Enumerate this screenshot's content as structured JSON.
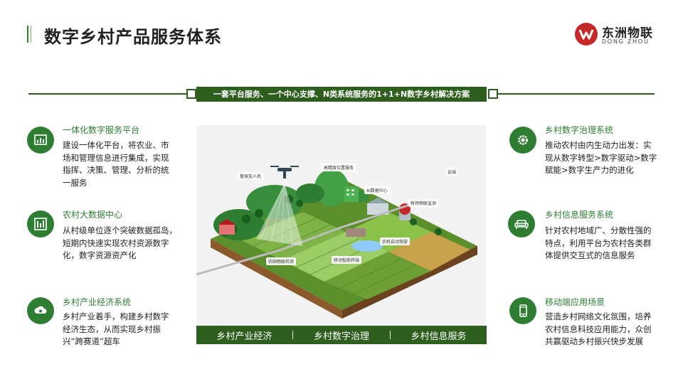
{
  "page": {
    "title": "数字乡村产品服务体系"
  },
  "logo": {
    "cn": "东洲物联",
    "en": "DONG ZHOU"
  },
  "banner": {
    "text": "一套平台服务、一个中心支撑、N类系统服务的1+1+N数字乡村解决方案"
  },
  "features_left": [
    {
      "icon": "bar-chart-icon",
      "title": "一体化数字服务平台",
      "desc": "建设一体化平台，将农业、市场和管理信息进行集成，实现指挥、决策、管理、分析的统一服务"
    },
    {
      "icon": "data-columns-icon",
      "title": "农村大数据中心",
      "desc": "从村级单位逐个突破数据孤岛，短期内快速实现农村资源数字化，数字资源资产化"
    },
    {
      "icon": "cloud-settings-icon",
      "title": "乡村产业经济系统",
      "desc": "乡村产业着手，构建乡村数字经济生态，从而实现乡村振兴“跨赛道”超车"
    }
  ],
  "features_right": [
    {
      "icon": "gear-icon",
      "title": "乡村数字治理系统",
      "desc": "推动农村由内生动力出发：实现从数字转型>数字驱动>数字赋能>数字生产力的进化"
    },
    {
      "icon": "sofa-icon",
      "title": "乡村信息服务系统",
      "desc": "针对农村地域广、分散性强的特点，利用平台为农村各类群体提供交互式的信息服务"
    },
    {
      "icon": "mobile-phone-icon",
      "title": "移动端应用场景",
      "desc": "营造乡村网络文化氛围，培养农村信息科技应用能力，众创共赢驱动乡村振兴快步发展"
    }
  ],
  "illustration": {
    "labels": {
      "drone": "植保无人机",
      "positioning": "高精度位置服务",
      "ai_center": "AI数据中心",
      "cloud": "云端",
      "livestock": "牧场物联监测",
      "farm_machine": "农机自动驾驶",
      "farmland": "农田物联检测",
      "mobile_terminal": "移动智能终端"
    },
    "bottom_bar": [
      "乡村产业经济",
      "乡村数字治理",
      "乡村信息服务"
    ]
  },
  "colors": {
    "primary_green": "#2e7d32",
    "dark_green": "#2e5e1e",
    "accent_green": "#7cb342",
    "logo_red": "#c62828"
  }
}
